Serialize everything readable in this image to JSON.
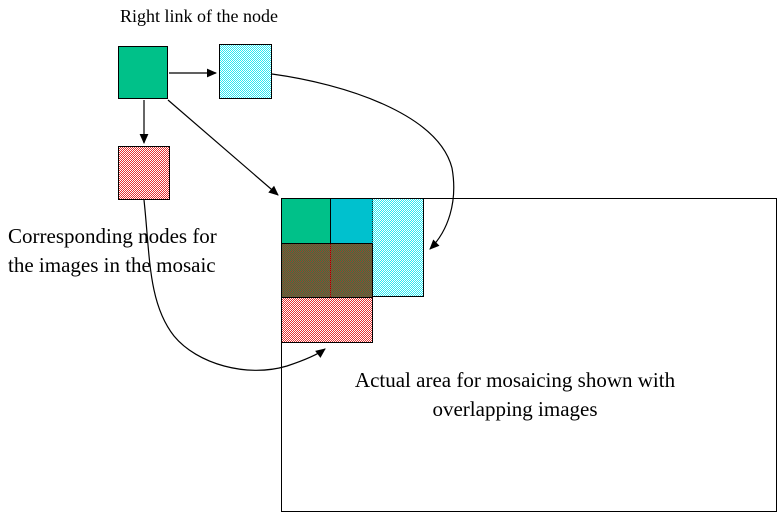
{
  "diagram": {
    "top_label": "Right link of the node",
    "left_label": {
      "line1": "Corresponding nodes for",
      "line2": "the images in the mosaic"
    },
    "area_label": {
      "line1": "Actual area for mosaicing shown with",
      "line2": "overlapping images"
    },
    "colors": {
      "node_green_fill": "#00c189",
      "node_cyan_checker": "#2ae9f2",
      "node_red_checker": "#e53030",
      "mosaic_green_fill": "#00c189",
      "mosaic_cyan_overlap_fill": "#00c1ce",
      "mosaic_light_cyan_checker": "#2ae9f2",
      "mosaic_brown_overlap_checker_red": "#a33b2b",
      "mosaic_brown_overlap_checker_green": "#2f7d45",
      "mosaic_red_checker": "#e53030",
      "divider_dotted_red": "#a00000",
      "line": "#000000",
      "background": "#ffffff"
    }
  }
}
